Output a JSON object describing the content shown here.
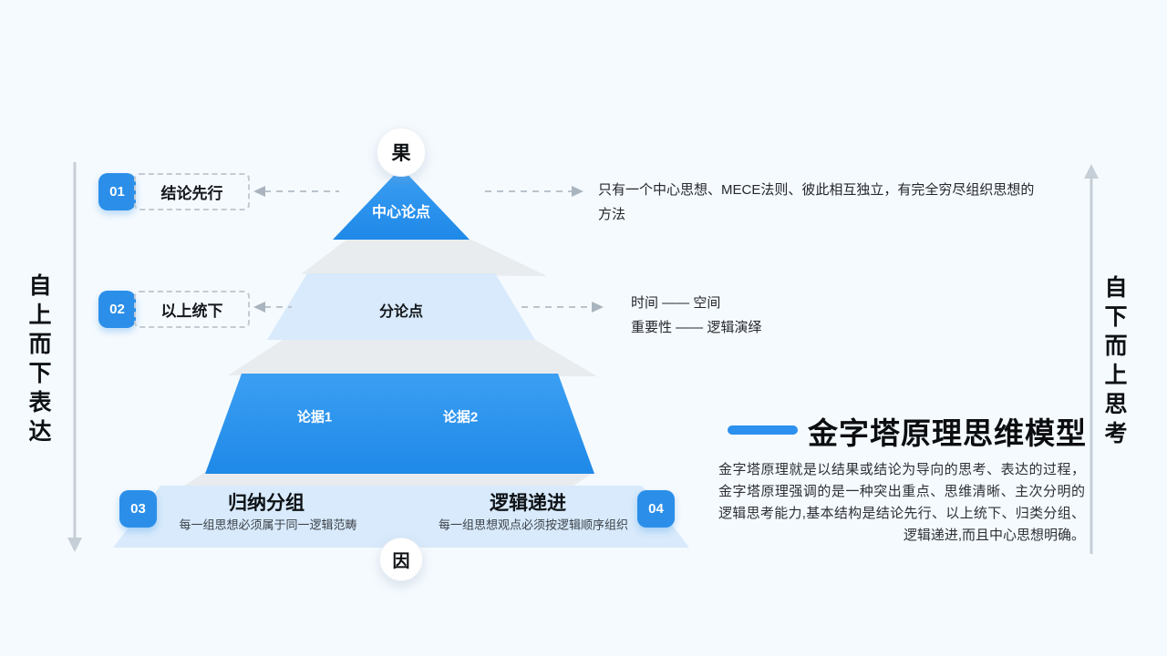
{
  "slide": {
    "background": "#F5FAFE"
  },
  "colors": {
    "accent_blue": "#2A91EC",
    "badge_blue": "#2B8FE9",
    "light_blue": "#D8EAFB",
    "ribbon_gray": "#E7EAEE",
    "dash_gray": "#BAC3CD",
    "axis_gray": "#C6CED7"
  },
  "axes": {
    "left_label": "自上而下表达",
    "right_label": "自下而上思考"
  },
  "pyramid": {
    "top_circle_label": "果",
    "bottom_circle_label": "因",
    "level1_label": "中心论点",
    "level2_label": "分论点",
    "level3_labels": [
      "论据1",
      "论据2"
    ]
  },
  "steps": [
    {
      "num": "01",
      "label": "结论先行"
    },
    {
      "num": "02",
      "label": "以上统下"
    },
    {
      "num": "03",
      "label": "归纳分组",
      "desc": "每一组思想必须属于同一逻辑范畴"
    },
    {
      "num": "04",
      "label": "逻辑递进",
      "desc": "每一组思想观点必须按逻辑顺序组织"
    }
  ],
  "annotations": {
    "row1": "只有一个中心思想、MECE法则、彼此相互独立，有完全穷尽组织思想的方法",
    "row2_line1": "时间 —— 空间",
    "row2_line2": "重要性 —— 逻辑演绎"
  },
  "info": {
    "title": "金字塔原理思维模型",
    "body": "金字塔原理就是以结果或结论为导向的思考、表达的过程，金字塔原理强调的是一种突出重点、思维清晰、主次分明的逻辑思考能力,基本结构是结论先行、以上统下、归类分组、逻辑递进,而且中心思想明确。"
  }
}
